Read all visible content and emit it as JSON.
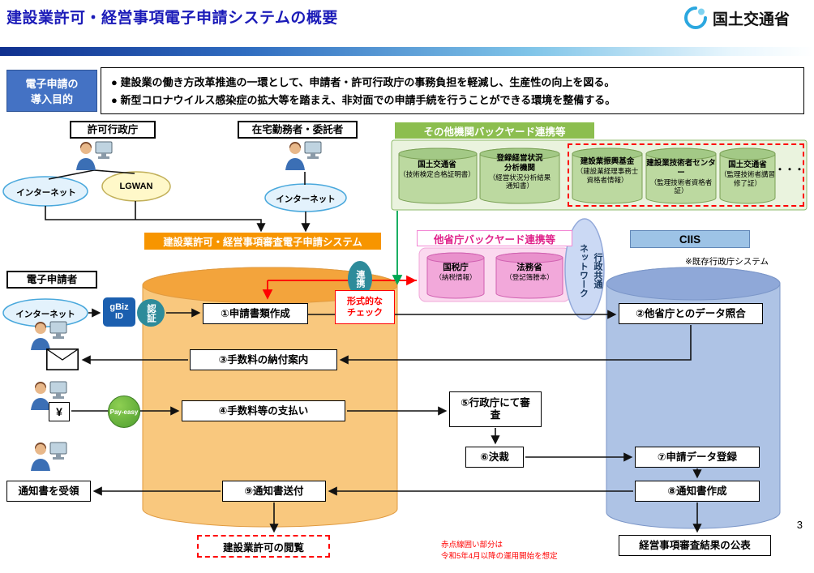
{
  "theme": {
    "title_color": "#1b1bb8",
    "orange": "#F79500",
    "green": "#8CBE4F",
    "pink": "#E0218A",
    "teal": "#2E8B9A",
    "ciis_blue": "#9DC3E6",
    "red": "#FF0000"
  },
  "header": {
    "title": "建設業許可・経営事項電子申請システムの概要",
    "ministry": "国土交通省",
    "page_number": "3"
  },
  "purpose": {
    "label": "電子申請の\n導入目的",
    "bullets": [
      "● 建設業の働き方改革推進の一環として、申請者・許可行政庁の事務負担を軽減し、生産性の向上を図る。",
      "● 新型コロナウイルス感染症の拡大等を踏まえ、非対面での申請手続を行うことができる環境を整備する。"
    ]
  },
  "actors": {
    "licensing_agency": "許可行政庁",
    "remote_worker": "在宅勤務者・委託者",
    "applicant": "電子申請者",
    "receive_notice": "通知書を受領",
    "internet1": "インターネット",
    "lgwan": "LGWAN",
    "internet2": "インターネット",
    "internet3": "インターネット",
    "yen": "¥"
  },
  "other_backyard": {
    "title": "その他機関バックヤード連携等",
    "c1_name": "国土交通省",
    "c1_detail": "（技術検定合格証明書）",
    "c2_name": "登録経営状況\n分析機関",
    "c2_detail": "（経営状況分析結果\n通知書）",
    "c3_name": "建設業振興基金",
    "c3_detail": "（建設業経理事務士\n資格者情報）",
    "c4_name": "建設業技術者センター",
    "c4_detail": "（監理技術者資格者証）",
    "c5_name": "国土交通省",
    "c5_detail": "（監理技術者講習修了証）",
    "ellipsis": "・・・"
  },
  "ministry_backyard": {
    "title": "他省庁バックヤード連携等",
    "c1_name": "国税庁",
    "c1_detail": "（納税情報）",
    "c2_name": "法務省",
    "c2_detail": "（登記簿謄本）"
  },
  "network": {
    "label": "行政共通\nネットワーク"
  },
  "system": {
    "title": "建設業許可・経営事項審査電子申請システム",
    "renkei": "連携",
    "auth": "認証",
    "gbiz_line1": "gBiz",
    "gbiz_line2": "ID",
    "payeasy": "Pay-easy"
  },
  "ciis": {
    "title": "CIIS",
    "note": "※既存行政庁システム"
  },
  "steps": {
    "s1": "①申請書類作成",
    "check": "形式的な\nチェック",
    "s2": "②他省庁とのデータ照合",
    "s3": "③手数料の納付案内",
    "s4": "④手数料等の支払い",
    "s5": "⑤行政庁にて審査",
    "s6": "⑥決裁",
    "s7": "⑦申請データ登録",
    "s8": "⑧通知書作成",
    "s9": "⑨通知書送付",
    "view": "建設業許可の閲覧",
    "publish": "経営事項審査結果の公表"
  },
  "notes": {
    "red_note": "赤点線囲い部分は\n令和5年4月以降の運用開始を想定"
  }
}
